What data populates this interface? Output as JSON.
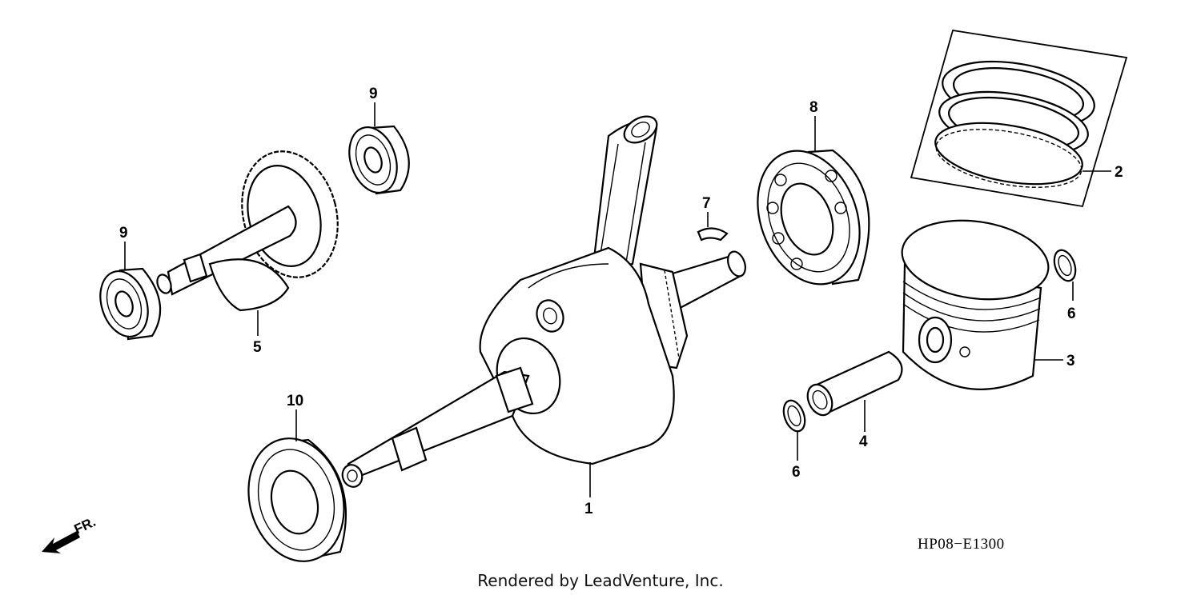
{
  "callouts": {
    "c1": "1",
    "c2": "2",
    "c3": "3",
    "c4": "4",
    "c5": "5",
    "c6a": "6",
    "c6b": "6",
    "c7": "7",
    "c8": "8",
    "c9a": "9",
    "c9b": "9",
    "c10": "10"
  },
  "direction_label": "FR.",
  "diagram_code": "HP08−E1300",
  "footer_text": "Rendered by LeadVenture, Inc."
}
